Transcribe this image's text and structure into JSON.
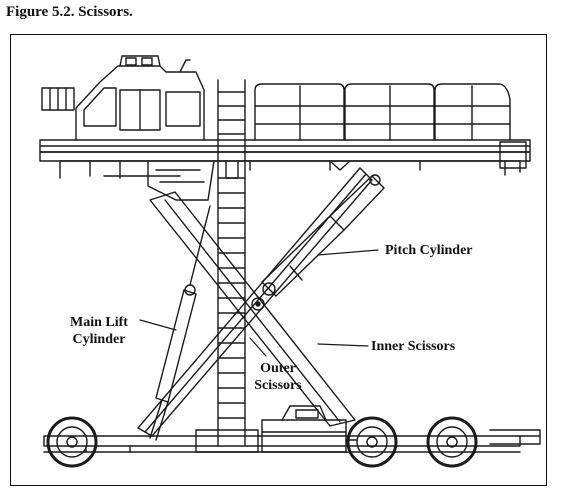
{
  "figure": {
    "caption": "Figure 5.2.  Scissors."
  },
  "labels": {
    "pitch_cylinder": "Pitch Cylinder",
    "main_lift_cylinder_line1": "Main Lift",
    "main_lift_cylinder_line2": "Cylinder",
    "inner_scissors": "Inner Scissors",
    "outer_scissors_line1": "Outer",
    "outer_scissors_line2": "Scissors"
  }
}
